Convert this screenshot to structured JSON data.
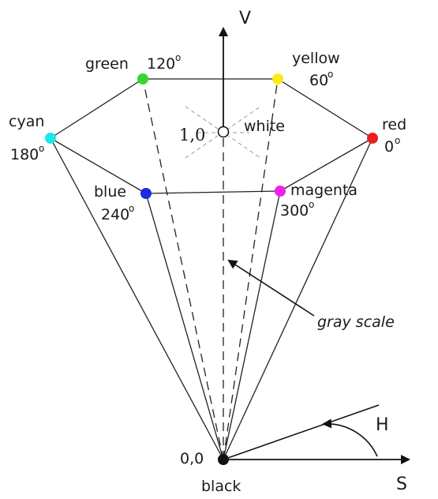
{
  "axes": {
    "vertical_label": "V",
    "horizontal_label": "S",
    "hue_label": "H"
  },
  "vertices": {
    "red": {
      "name": "red",
      "angle": "0",
      "color": "#e8201e"
    },
    "yellow": {
      "name": "yellow",
      "angle": "60",
      "color": "#ffe81a"
    },
    "green": {
      "name": "green",
      "angle": "120",
      "color": "#35d62e"
    },
    "cyan": {
      "name": "cyan",
      "angle": "180",
      "color": "#1fe6ea"
    },
    "blue": {
      "name": "blue",
      "angle": "240",
      "color": "#1a2be0"
    },
    "magenta": {
      "name": "magenta",
      "angle": "300",
      "color": "#ee22e8"
    }
  },
  "white": {
    "name": "white",
    "value": "1,0"
  },
  "black": {
    "name": "black",
    "value": "0,0"
  },
  "gray_scale_label": "gray scale",
  "degree_symbol": "o"
}
